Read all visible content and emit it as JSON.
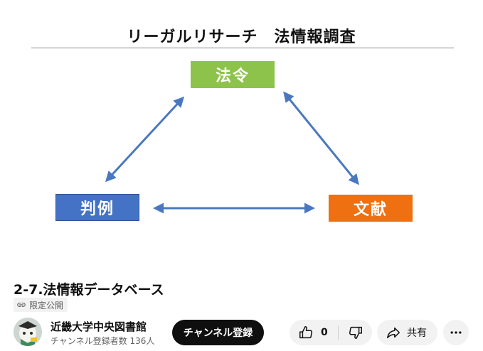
{
  "slide": {
    "title": "リーガルリサーチ　法情報調査",
    "boxes": {
      "law": "法令",
      "case": "判例",
      "literature": "文献"
    },
    "colors": {
      "law": "#8dc34a",
      "case": "#4472c4",
      "literature": "#ee7010",
      "arrow": "#4a78c0"
    }
  },
  "video": {
    "title": "2-7.法情報データベース",
    "visibility_badge": "限定公開"
  },
  "channel": {
    "name": "近畿大学中央図書館",
    "subscribers": "チャンネル登録者数 136人"
  },
  "actions": {
    "subscribe_label": "チャンネル登録",
    "like_count": "0",
    "share_label": "共有"
  }
}
